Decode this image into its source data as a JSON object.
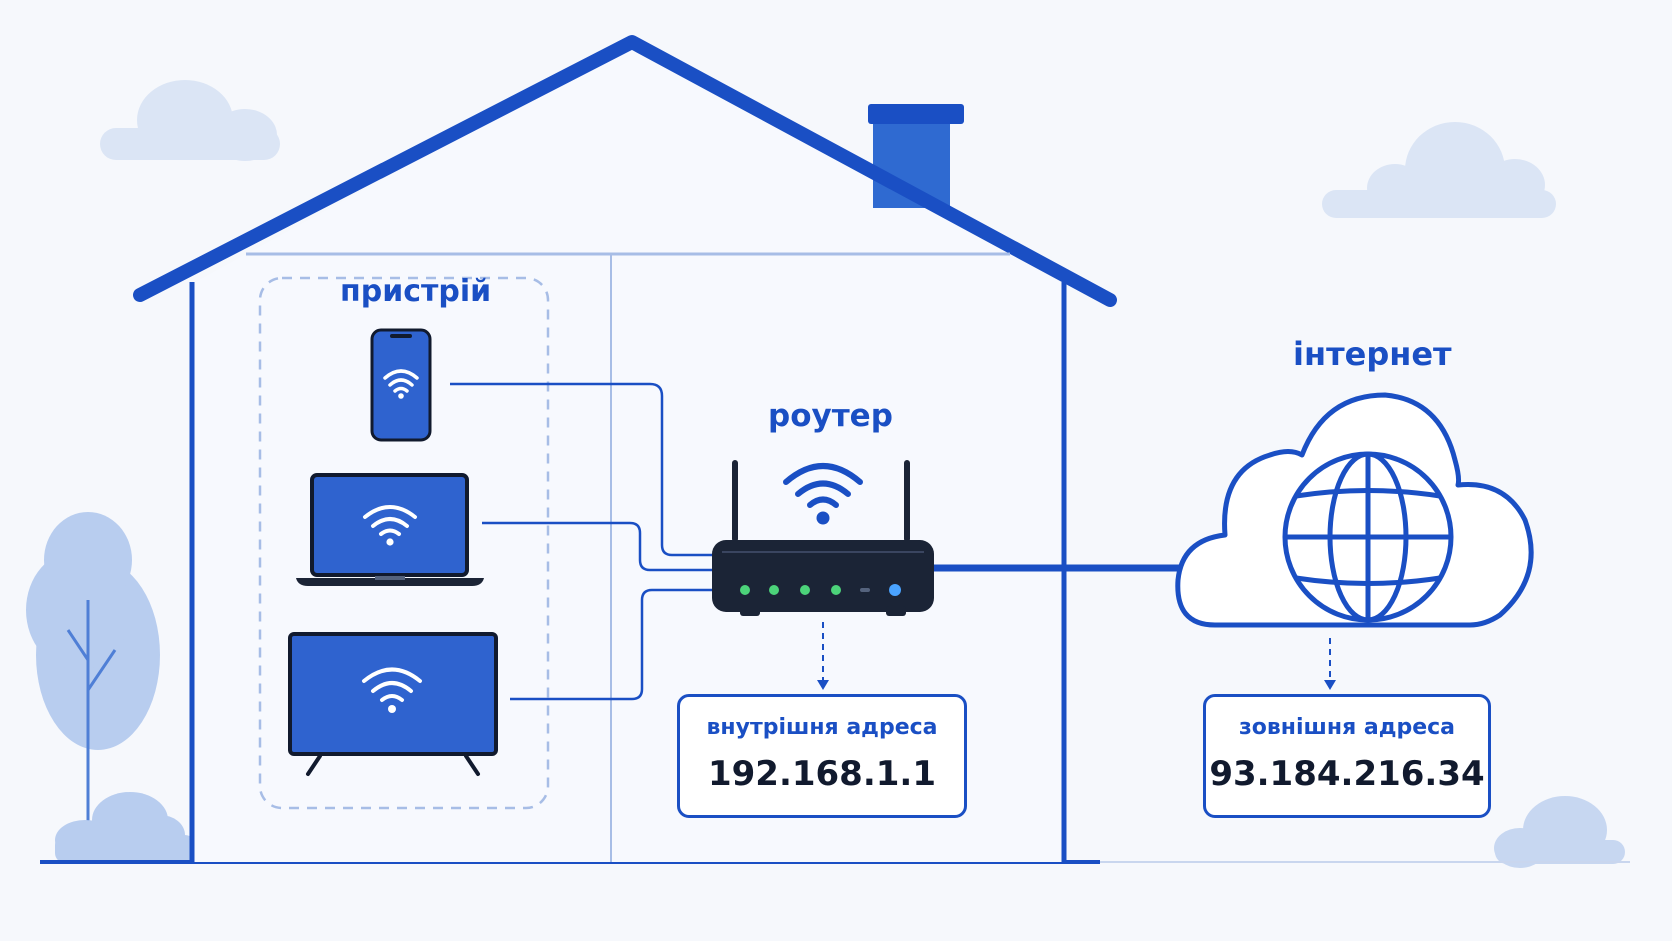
{
  "labels": {
    "device": "пристрій",
    "router": "роутер",
    "internet": "інтернет"
  },
  "internal_address": {
    "caption": "внутрішня адреса",
    "value": "192.168.1.1"
  },
  "external_address": {
    "caption": "зовнішня адреса",
    "value": "93.184.216.34"
  },
  "colors": {
    "primary": "#1a4fc4",
    "device_fill": "#2f63cf",
    "router_body": "#1b2436",
    "led_green": "#4cd37a",
    "led_blue": "#4aa3ff",
    "cloud_bg": "#dbe5f5",
    "tree": "#b8cdef"
  },
  "icons": [
    "smartphone-icon",
    "laptop-icon",
    "tv-icon",
    "router-icon",
    "wifi-icon",
    "cloud-icon",
    "globe-icon",
    "house-icon"
  ]
}
